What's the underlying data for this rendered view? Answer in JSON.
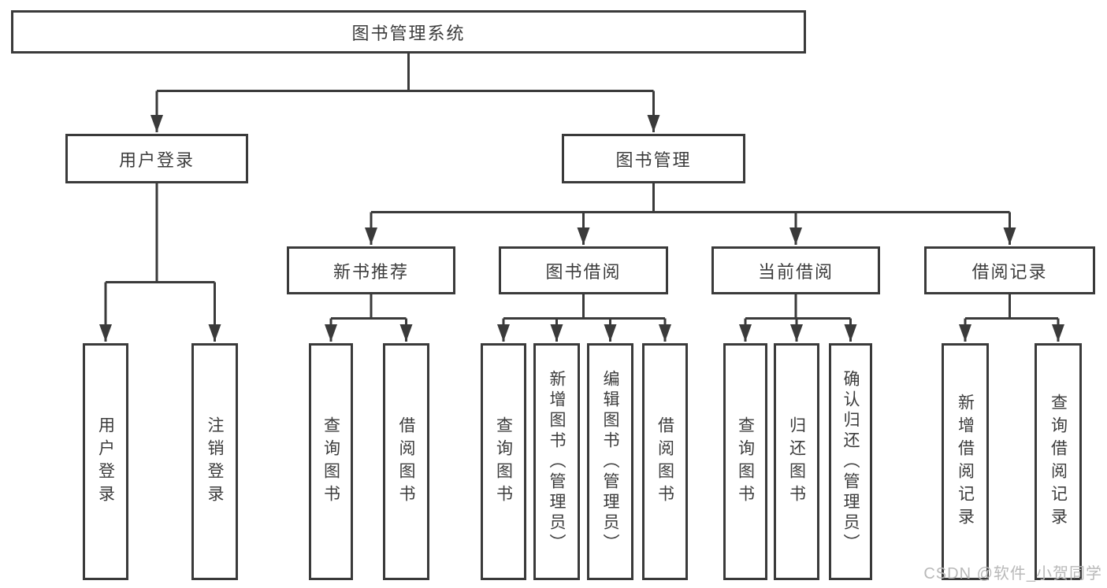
{
  "diagram": {
    "type": "tree",
    "tree": {
      "label": "图书管理系统",
      "children": [
        {
          "label": "用户登录",
          "children": [
            {
              "label": "用户登录"
            },
            {
              "label": "注销登录"
            }
          ]
        },
        {
          "label": "图书管理",
          "children": [
            {
              "label": "新书推荐",
              "children": [
                {
                  "label": "查询图书"
                },
                {
                  "label": "借阅图书"
                }
              ]
            },
            {
              "label": "图书借阅",
              "children": [
                {
                  "label": "查询图书"
                },
                {
                  "label": "新增图书（管理员）"
                },
                {
                  "label": "编辑图书（管理员）"
                },
                {
                  "label": "借阅图书"
                }
              ]
            },
            {
              "label": "当前借阅",
              "children": [
                {
                  "label": "查询图书"
                },
                {
                  "label": "归还图书"
                },
                {
                  "label": "确认归还（管理员）"
                }
              ]
            },
            {
              "label": "借阅记录",
              "children": [
                {
                  "label": "新增借阅记录"
                },
                {
                  "label": "查询借阅记录"
                }
              ]
            }
          ]
        }
      ]
    },
    "colors": {
      "line": "#3a3a3a",
      "text": "#3c3c3c",
      "watermark": "#b9b9b9",
      "background": "#ffffff"
    }
  },
  "watermark": {
    "text": "CSDN @软件_小贺同学"
  }
}
